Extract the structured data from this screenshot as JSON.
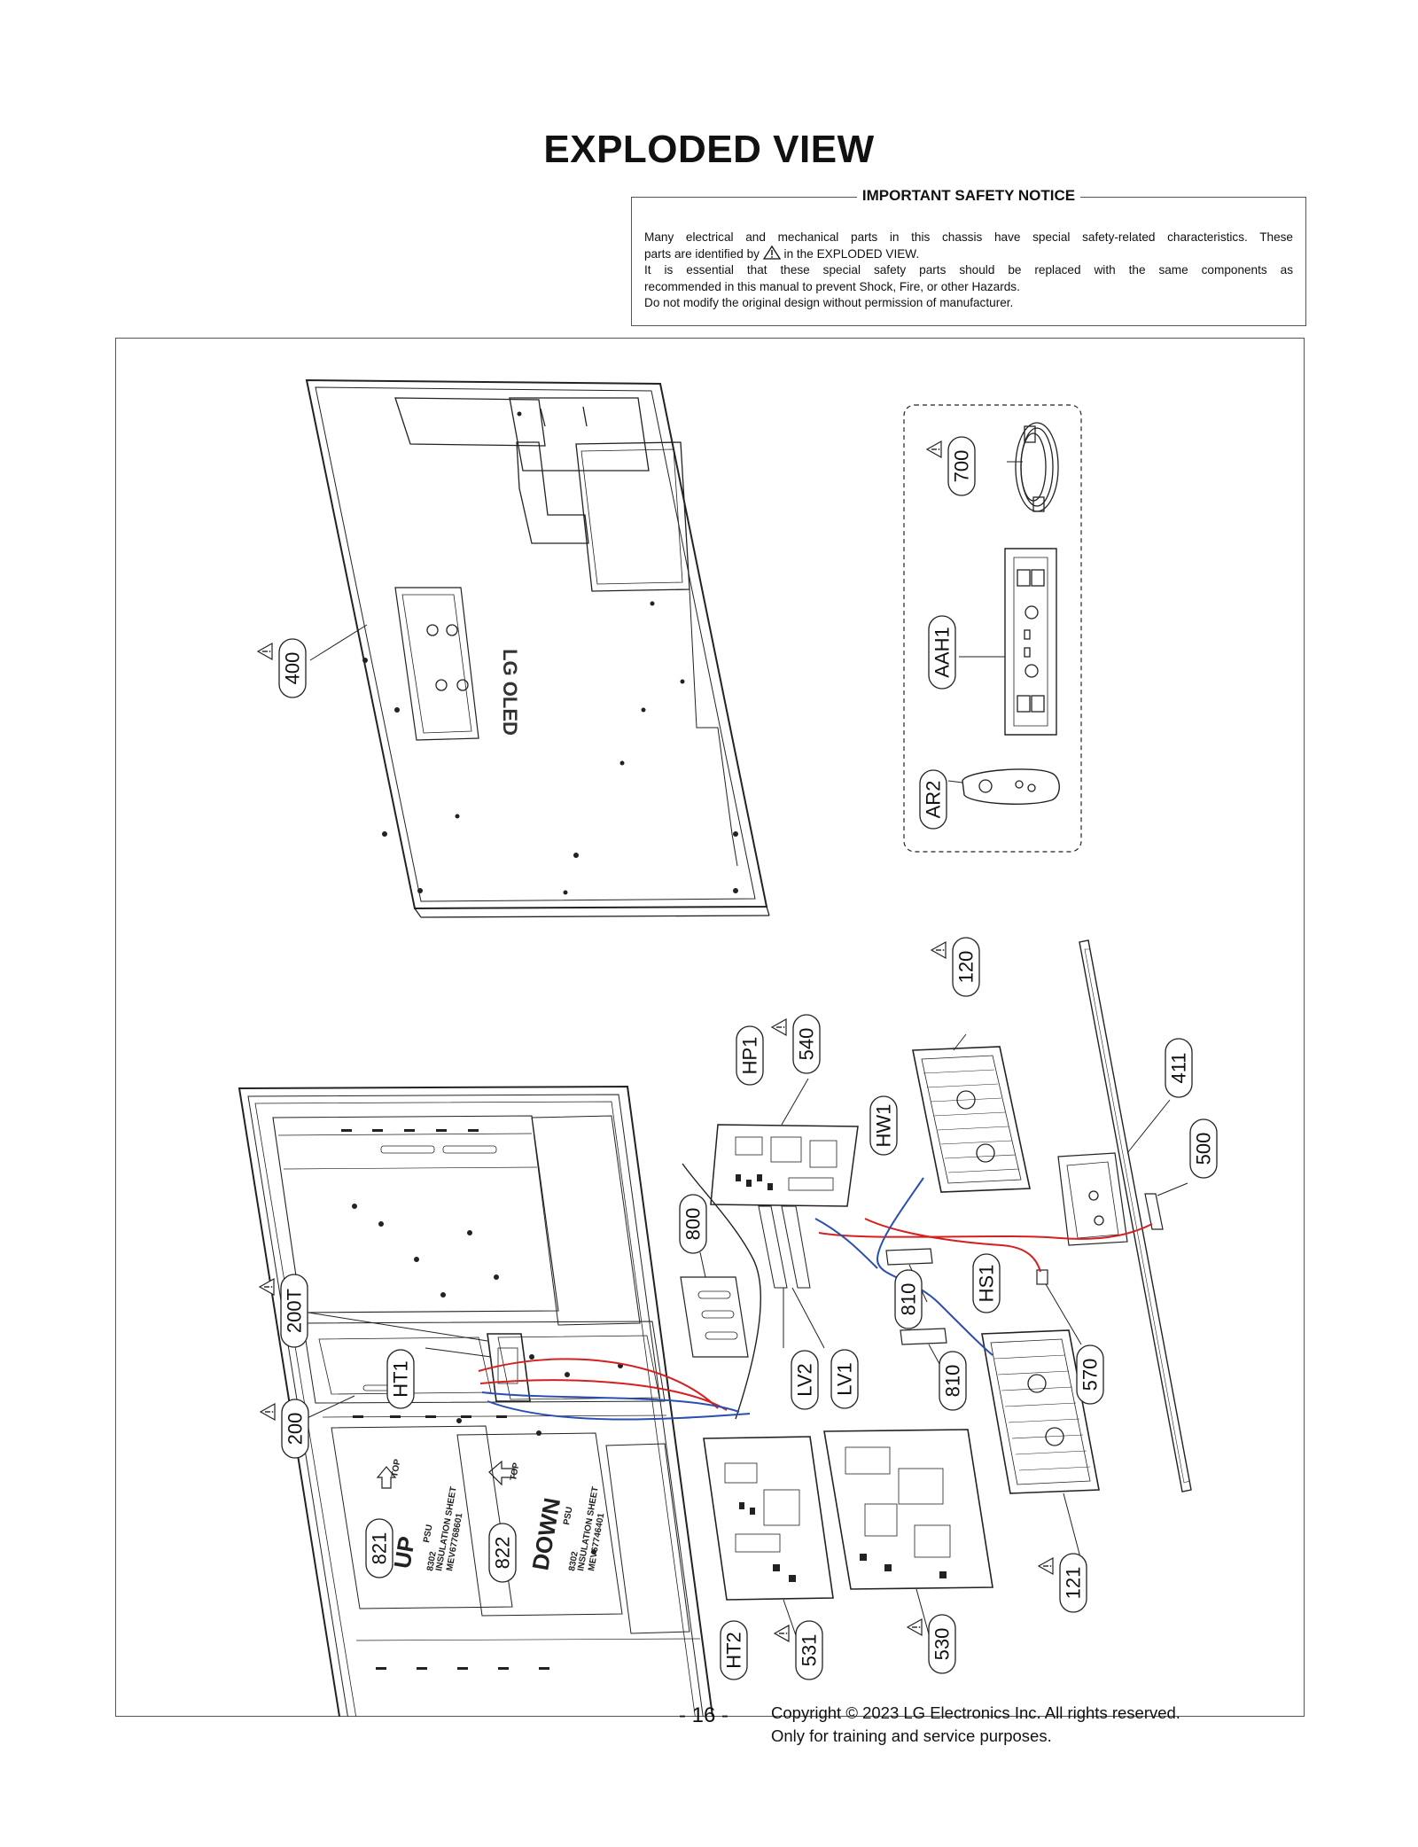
{
  "page": {
    "title": "EXPLODED VIEW",
    "page_number": "- 16 -",
    "copyright_line1": "Copyright © 2023 LG Electronics Inc. All rights reserved.",
    "copyright_line2": "Only for training and service purposes."
  },
  "safety_notice": {
    "heading": "IMPORTANT SAFETY NOTICE",
    "line1": "Many electrical and mechanical parts in this chassis have special safety-related characteristics. These",
    "line2_before": "parts are identified by",
    "line2_after": "in the EXPLODED VIEW.",
    "line3": "It is essential that these special safety parts should be replaced with the same components as",
    "line4": "recommended in this manual to prevent Shock, Fire, or other Hazards.",
    "line5": "Do not modify the original design without permission of manufacturer."
  },
  "diagram": {
    "back_cover_logo": "LG OLED",
    "sheet_up": [
      "UP",
      "PSU",
      "8302",
      "INSULATION SHEET",
      "MEV67768601"
    ],
    "sheet_down": [
      "DOWN",
      "PSU",
      "8302",
      "INSULATION SHEET",
      "MEV67746401"
    ],
    "top_label": "TOP",
    "callouts": [
      {
        "id": "400",
        "label": "400",
        "safety": true
      },
      {
        "id": "700",
        "label": "700",
        "safety": true
      },
      {
        "id": "AAH1",
        "label": "AAH1",
        "safety": false
      },
      {
        "id": "AR2",
        "label": "AR2",
        "safety": false
      },
      {
        "id": "120",
        "label": "120",
        "safety": true
      },
      {
        "id": "540",
        "label": "540",
        "safety": true
      },
      {
        "id": "HP1",
        "label": "HP1",
        "safety": false
      },
      {
        "id": "HW1",
        "label": "HW1",
        "safety": false
      },
      {
        "id": "411",
        "label": "411",
        "safety": false
      },
      {
        "id": "500",
        "label": "500",
        "safety": false
      },
      {
        "id": "800",
        "label": "800",
        "safety": false
      },
      {
        "id": "810a",
        "label": "810",
        "safety": false
      },
      {
        "id": "HS1",
        "label": "HS1",
        "safety": false
      },
      {
        "id": "570",
        "label": "570",
        "safety": false
      },
      {
        "id": "810b",
        "label": "810",
        "safety": false
      },
      {
        "id": "LV2",
        "label": "LV2",
        "safety": false
      },
      {
        "id": "LV1",
        "label": "LV1",
        "safety": false
      },
      {
        "id": "200T",
        "label": "200T",
        "safety": true
      },
      {
        "id": "HT1",
        "label": "HT1",
        "safety": false
      },
      {
        "id": "200",
        "label": "200",
        "safety": true
      },
      {
        "id": "821",
        "label": "821",
        "safety": false
      },
      {
        "id": "822",
        "label": "822",
        "safety": false
      },
      {
        "id": "HT2",
        "label": "HT2",
        "safety": false
      },
      {
        "id": "531",
        "label": "531",
        "safety": true
      },
      {
        "id": "530",
        "label": "530",
        "safety": true
      },
      {
        "id": "121",
        "label": "121",
        "safety": true
      }
    ]
  },
  "colors": {
    "cable_red": "#d42020",
    "cable_blue": "#2a4fb0",
    "line": "#222222"
  }
}
